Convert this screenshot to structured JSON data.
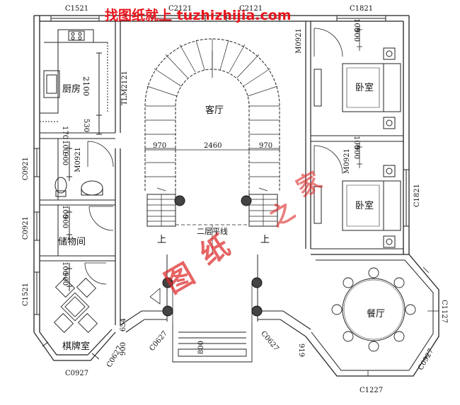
{
  "watermark": {
    "top_text": "找图纸就上 tuzhizhijia.com",
    "stamp_a": "图",
    "stamp_b": "纸",
    "stamp_c": "之",
    "stamp_d": "家"
  },
  "rooms": {
    "kitchen": "厨房",
    "living": "客厅",
    "bedroom_upper": "卧室",
    "bedroom_lower": "卧室",
    "storage": "储物间",
    "chess_room": "棋牌室",
    "dining": "餐厅"
  },
  "stairs": {
    "up_left": "上",
    "up_right": "上",
    "floor_line": "二层平线"
  },
  "dimensions": {
    "kitchen_height": "2100",
    "kitchen_530": "530",
    "kitchen_170": "170",
    "stair_left_width": "970",
    "stair_center_width": "2460",
    "stair_right_width": "970",
    "bath_900": "900",
    "bath_100": "100",
    "storage_900": "900",
    "storage_100": "100",
    "chess_900": "900",
    "chess_100": "100",
    "bed_upper_900": "900",
    "bed_upper_100": "100",
    "bed_lower_900": "900",
    "bed_lower_100": "100",
    "entry_654": "654",
    "entry_900a": "900",
    "porch_800": "800",
    "dining_919": "919"
  },
  "codes": {
    "c1521_top": "C1521",
    "c2121_a": "C2121",
    "c2121_b": "C2121",
    "c1821_top": "C1821",
    "tlm2121": "TLM2121",
    "m0921_top": "M0921",
    "m0921_bath": "M0921",
    "m0921_bed": "M0921",
    "c0921_a": "C0921",
    "c0921_b": "C0921",
    "c1521_left": "C1521",
    "c1821_right": "C1821",
    "c1127": "C1127",
    "c0627_a": "C0627",
    "c0627_b": "C0627",
    "c0627_c": "C0627",
    "c0927_a": "C0927",
    "c0927_b": "C0927",
    "c1227": "C1227"
  }
}
